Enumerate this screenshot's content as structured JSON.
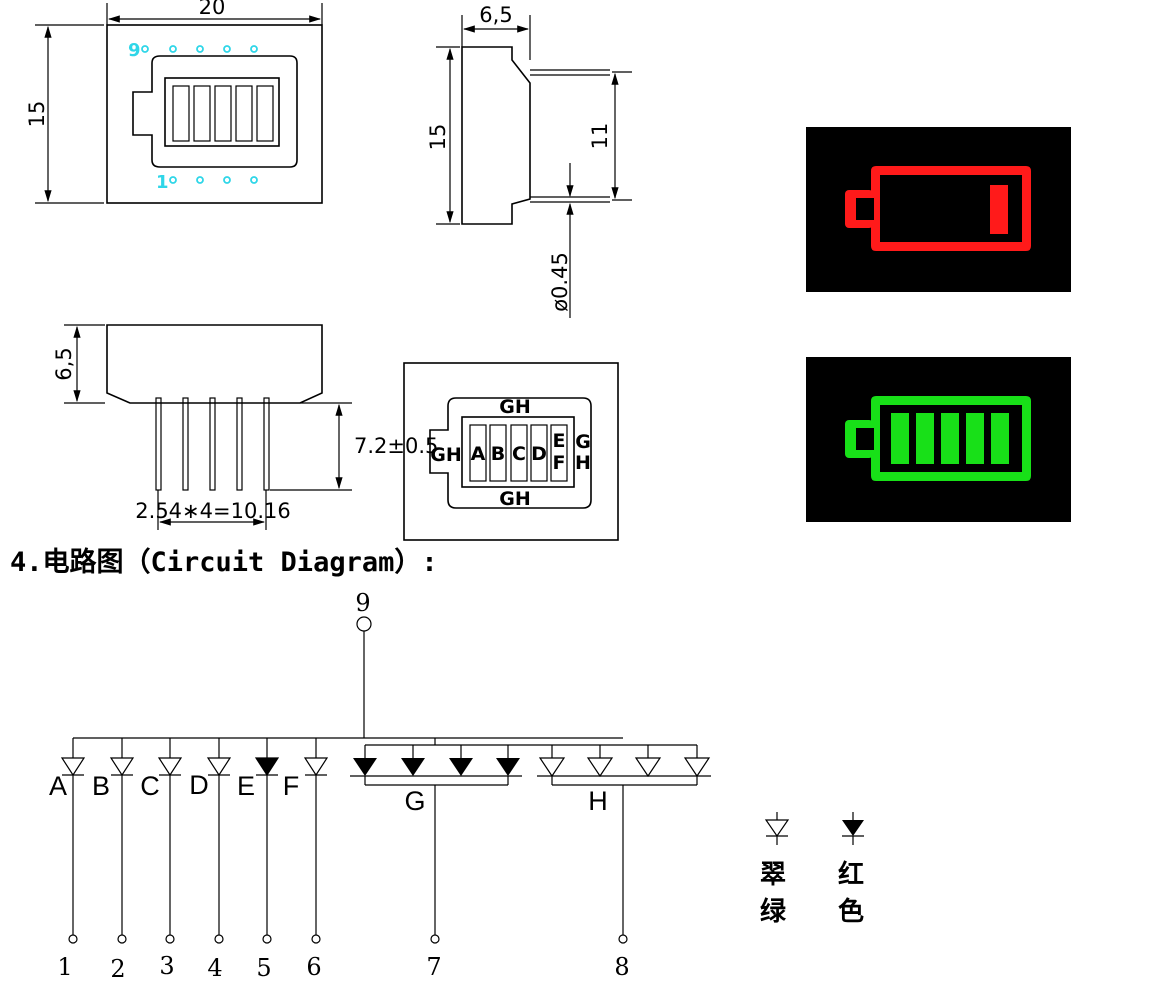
{
  "front_view": {
    "width_dim": "20",
    "height_dim": "15",
    "pin_top_label": "9",
    "pin_bottom_label": "1"
  },
  "side_view": {
    "depth_dim": "6,5",
    "height_dim": "15",
    "pin_span_dim": "11",
    "pin_diameter_dim": "ø0.45"
  },
  "bottom_view": {
    "height_dim": "6,5",
    "pin_length_dim": "7.2±0.5",
    "pitch_dim": "2.54∗4=10.16"
  },
  "segment_view": {
    "top_label": "GH",
    "bottom_label": "GH",
    "left_label": "GH",
    "right_label_1": "G",
    "right_label_2": "H",
    "segments": [
      "A",
      "B",
      "C",
      "D"
    ],
    "seg_e": "E",
    "seg_f": "F"
  },
  "previews": {
    "low_color": "#ff1a1a",
    "full_color": "#18e018",
    "background": "#000000"
  },
  "circuit": {
    "heading": "4.电路图（Circuit Diagram）:",
    "common_pin": "9",
    "segment_labels": [
      "A",
      "B",
      "C",
      "D",
      "E",
      "F"
    ],
    "group_labels": [
      "G",
      "H"
    ],
    "pin_numbers": [
      "1",
      "2",
      "3",
      "4",
      "5",
      "6",
      "7",
      "8"
    ]
  },
  "legend": {
    "green_line1": "翠",
    "green_line2": "绿",
    "red_line1": "红",
    "red_line2": "色"
  }
}
